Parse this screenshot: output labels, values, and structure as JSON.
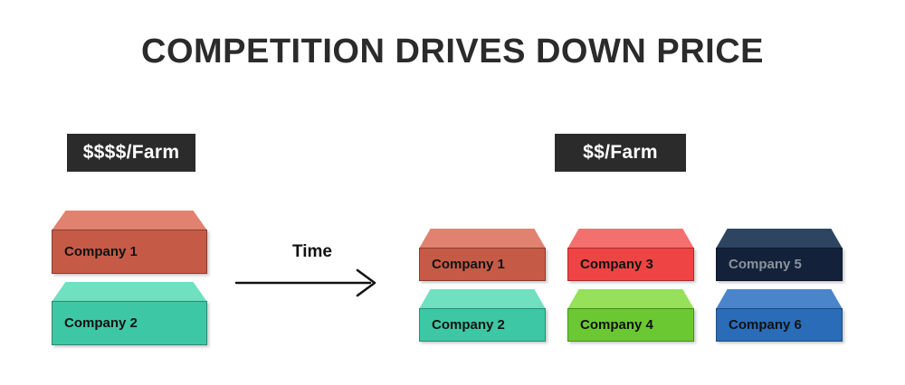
{
  "slide": {
    "title": "COMPETITION DRIVES DOWN PRICE",
    "background_color": "#ffffff",
    "title_color": "#2b2b2b"
  },
  "transition": {
    "label": "Time",
    "arrow_direction": "right",
    "arrow_color": "#121212"
  },
  "left_group": {
    "price_badge": {
      "text": "$$$$/Farm",
      "background_color": "#2b2b2b",
      "text_color": "#ffffff"
    },
    "boxes": [
      {
        "label": "Company 1",
        "front_color": "#c55a47",
        "top_color": "#e0826f",
        "text_color": "#121212"
      },
      {
        "label": "Company 2",
        "front_color": "#3ec7a5",
        "top_color": "#6fe0c0",
        "text_color": "#121212"
      }
    ]
  },
  "right_group": {
    "price_badge": {
      "text": "$$/Farm",
      "background_color": "#2b2b2b",
      "text_color": "#ffffff"
    },
    "boxes": [
      {
        "label": "Company 1",
        "front_color": "#c55a47",
        "top_color": "#e0826f",
        "text_color": "#121212"
      },
      {
        "label": "Company 3",
        "front_color": "#ef4444",
        "top_color": "#f4706e",
        "text_color": "#121212"
      },
      {
        "label": "Company 5",
        "front_color": "#13223a",
        "top_color": "#2d4561",
        "text_color": "#8a929c"
      },
      {
        "label": "Company 2",
        "front_color": "#3ec7a5",
        "top_color": "#6fe0c0",
        "text_color": "#121212"
      },
      {
        "label": "Company 4",
        "front_color": "#6cc832",
        "top_color": "#96e05a",
        "text_color": "#121212"
      },
      {
        "label": "Company 6",
        "front_color": "#2b6cb8",
        "top_color": "#4a85cc",
        "text_color": "#121212"
      }
    ]
  }
}
